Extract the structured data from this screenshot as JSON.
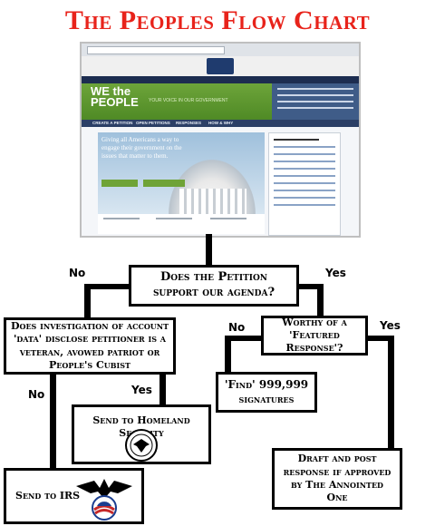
{
  "title": "The Peoples Flow Chart",
  "screenshot": {
    "brand_line1": "WE the",
    "brand_line2": "PEOPLE",
    "tagline": "YOUR VOICE IN OUR GOVERNMENT",
    "hero_text": "Giving all Americans a way to engage their government on the issues that matter to them.",
    "nav": [
      "CREATE A PETITION",
      "OPEN PETITIONS",
      "RESPONSES",
      "HOW & WHY"
    ],
    "sidebar_title": "Featured Petition Responses"
  },
  "nodes": {
    "petition": "Does the Petition support our agenda?",
    "investigation": "Does investigation of account 'data' disclose petitioner is a veteran, avowed patriot or People's Cubist",
    "worthy": "Worthy of a 'Featured Response'?",
    "find": "'Find' 999,999 signatures",
    "homeland": "Send to Homeland Security",
    "irs": "Send to IRS",
    "draft": "Draft and post response if approved by The Annointed One"
  },
  "labels": {
    "no1": "No",
    "yes1": "Yes",
    "no2": "No",
    "yes2": "Yes",
    "no3": "No",
    "yes3": "Yes"
  }
}
